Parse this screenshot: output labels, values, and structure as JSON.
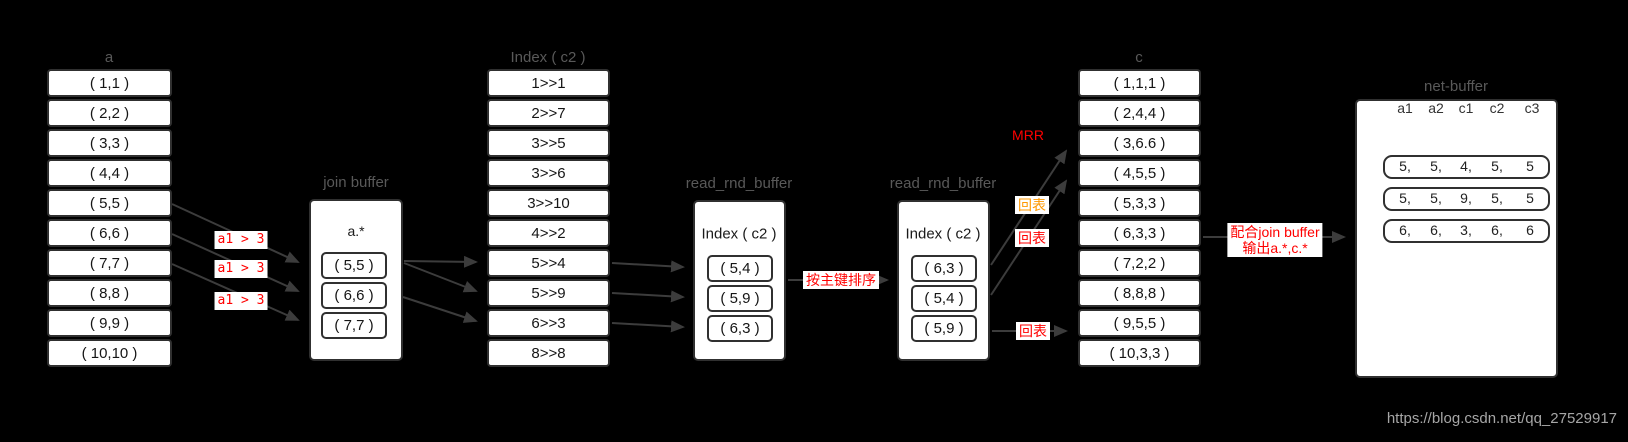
{
  "colors": {
    "background": "#000000",
    "box_fill": "#ffffff",
    "box_border": "#303030",
    "title_text": "#595959",
    "cell_text": "#151515",
    "arrow": "#3c3c3c",
    "accent_red": "#ff0000",
    "accent_orange": "#ff9800",
    "watermark_text": "#a6a6a6"
  },
  "tables": {
    "a": {
      "title": "a",
      "rows": [
        "( 1,1 )",
        "( 2,2 )",
        "( 3,3 )",
        "( 4,4 )",
        "( 5,5 )",
        "( 6,6 )",
        "( 7,7 )",
        "( 8,8 )",
        "( 9,9 )",
        "( 10,10 )"
      ]
    },
    "index_c2": {
      "title": "Index ( c2 )",
      "rows": [
        "1>>1",
        "2>>7",
        "3>>5",
        "3>>6",
        "3>>10",
        "4>>2",
        "5>>4",
        "5>>9",
        "6>>3",
        "8>>8"
      ]
    },
    "c": {
      "title": "c",
      "rows": [
        "( 1,1,1 )",
        "( 2,4,4 )",
        "( 3,6.6 )",
        "( 4,5,5 )",
        "( 5,3,3 )",
        "( 6,3,3 )",
        "( 7,2,2 )",
        "( 8,8,8 )",
        "( 9,5,5 )",
        "( 10,3,3 )"
      ]
    }
  },
  "join_buffer": {
    "title": "join buffer",
    "label": "a.*",
    "rows": [
      "( 5,5 )",
      "( 6,6 )",
      "( 7,7 )"
    ]
  },
  "read_rnd_buffer_1": {
    "title": "read_rnd_buffer",
    "label": "Index ( c2 )",
    "rows": [
      "( 5,4 )",
      "( 5,9 )",
      "( 6,3 )"
    ]
  },
  "read_rnd_buffer_2": {
    "title": "read_rnd_buffer",
    "label": "Index ( c2 )",
    "rows": [
      "( 6,3 )",
      "( 5,4 )",
      "( 5,9 )"
    ]
  },
  "annotations": {
    "filters": [
      "a1 > 3",
      "a1 > 3",
      "a1 > 3"
    ],
    "sort_by_pk": "按主键排序",
    "mrr": "MRR",
    "table_lookup": [
      "回表",
      "回表",
      "回表"
    ],
    "output_line1": "配合join buffer",
    "output_line2": "输出a.*,c.*"
  },
  "net_buffer": {
    "title": "net-buffer",
    "headers": [
      "a1",
      "a2",
      "c1",
      "c2",
      "c3"
    ],
    "rows": [
      [
        "5,",
        "5,",
        "4,",
        "5,",
        "5"
      ],
      [
        "5,",
        "5,",
        "9,",
        "5,",
        "5"
      ],
      [
        "6,",
        "6,",
        "3,",
        "6,",
        "6"
      ]
    ]
  },
  "watermark": "https://blog.csdn.net/qq_27529917"
}
